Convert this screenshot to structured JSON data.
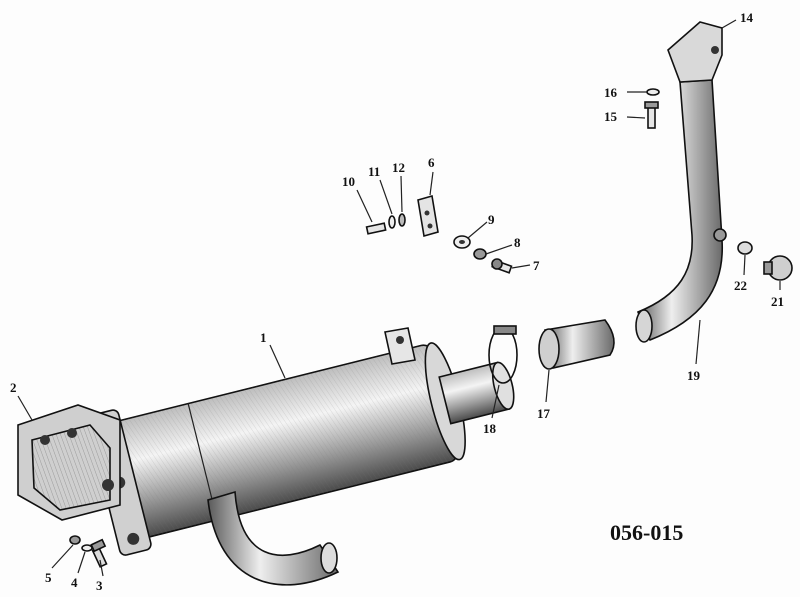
{
  "drawing_code": "056-015",
  "callouts": [
    {
      "id": "c1",
      "text": "1"
    },
    {
      "id": "c2",
      "text": "2"
    },
    {
      "id": "c3",
      "text": "3"
    },
    {
      "id": "c4",
      "text": "4"
    },
    {
      "id": "c5",
      "text": "5"
    },
    {
      "id": "c6",
      "text": "6"
    },
    {
      "id": "c7",
      "text": "7"
    },
    {
      "id": "c8",
      "text": "8"
    },
    {
      "id": "c9",
      "text": "9"
    },
    {
      "id": "c10",
      "text": "10"
    },
    {
      "id": "c11",
      "text": "11"
    },
    {
      "id": "c12",
      "text": "12"
    },
    {
      "id": "c14",
      "text": "14"
    },
    {
      "id": "c15",
      "text": "15"
    },
    {
      "id": "c16",
      "text": "16"
    },
    {
      "id": "c17",
      "text": "17"
    },
    {
      "id": "c18",
      "text": "18"
    },
    {
      "id": "c19",
      "text": "19"
    },
    {
      "id": "c21",
      "text": "21"
    },
    {
      "id": "c22",
      "text": "22"
    }
  ]
}
